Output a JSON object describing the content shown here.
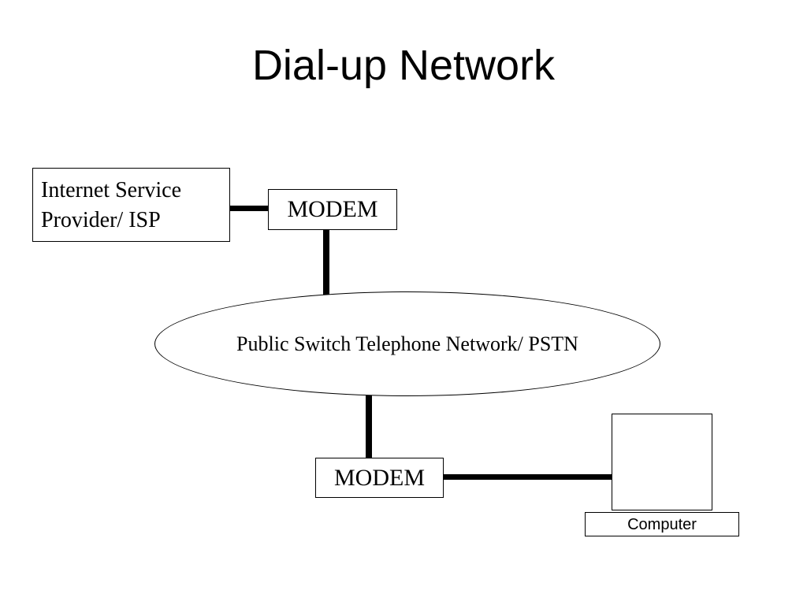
{
  "slide": {
    "title": "Dial-up Network",
    "background_color": "#ffffff",
    "stroke_color": "#000000"
  },
  "nodes": {
    "isp": {
      "label_line1": "Internet Service",
      "label_line2": "Provider/ ISP",
      "full_label": "Internet Service Provider/ ISP",
      "shape": "rectangle"
    },
    "modem_top": {
      "label": "MODEM",
      "shape": "rectangle"
    },
    "pstn": {
      "label": "Public Switch Telephone Network/ PSTN",
      "shape": "ellipse"
    },
    "modem_bottom": {
      "label": "MODEM",
      "shape": "rectangle"
    },
    "computer": {
      "label": "Computer",
      "shape": "monitor"
    }
  },
  "connectors": [
    {
      "from": "isp",
      "to": "modem_top",
      "orientation": "horizontal"
    },
    {
      "from": "modem_top",
      "to": "pstn",
      "orientation": "vertical"
    },
    {
      "from": "pstn",
      "to": "modem_bottom",
      "orientation": "vertical"
    },
    {
      "from": "modem_bottom",
      "to": "computer",
      "orientation": "horizontal"
    }
  ]
}
